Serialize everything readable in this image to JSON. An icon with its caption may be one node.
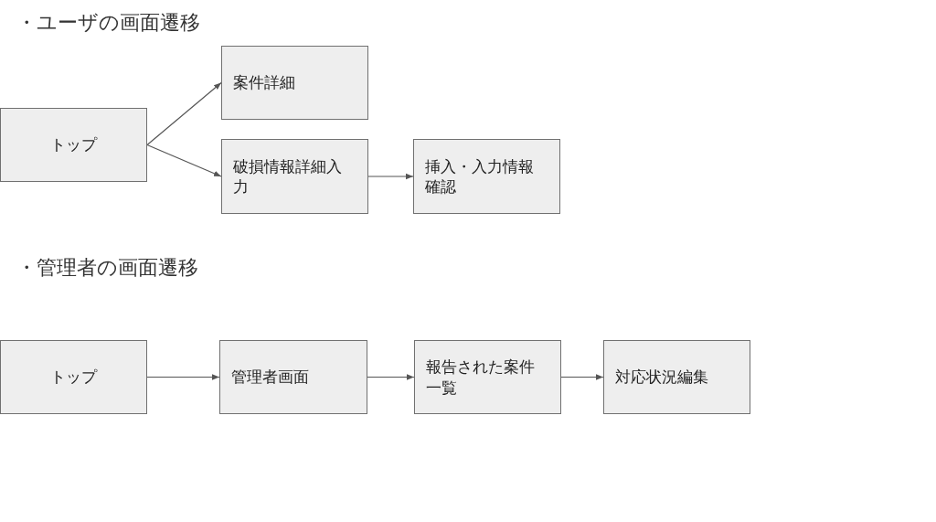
{
  "diagram": {
    "nodes": [
      {
        "text": [
          "トップ"
        ]
      },
      {
        "text": [
          "案件詳細"
        ]
      },
      {
        "text": [
          "破損情報詳細入力"
        ]
      },
      {
        "text": [
          "挿入・入力情報確認"
        ]
      },
      {
        "text": [
          "トップ"
        ]
      },
      {
        "text": [
          "管理者画面"
        ]
      },
      {
        "text": [
          "報告された案件一覧"
        ]
      },
      {
        "text": [
          "対応状況編集"
        ]
      }
    ],
    "edges": [
      {
        "from": 0,
        "to": 1,
        "arrow": "to"
      },
      {
        "from": 0,
        "to": 2,
        "arrow": "to"
      },
      {
        "from": 2,
        "to": 3,
        "arrow": "to"
      },
      {
        "from": 4,
        "to": 5,
        "arrow": "to"
      },
      {
        "from": 5,
        "to": 6,
        "arrow": "to"
      },
      {
        "from": 6,
        "to": 7,
        "arrow": "to"
      }
    ],
    "labels": [
      "・ユーザの画面遷移",
      "・管理者の画面遷移"
    ]
  }
}
